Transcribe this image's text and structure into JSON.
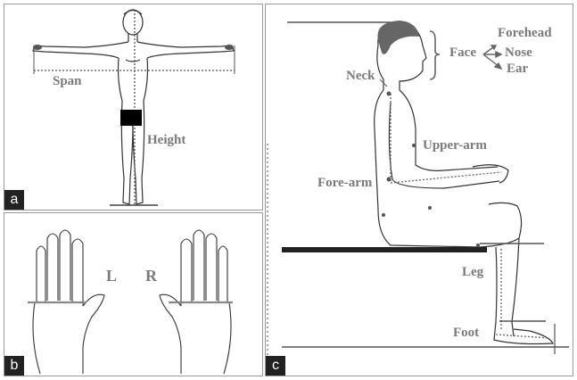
{
  "panels": {
    "a": {
      "tag": "a",
      "labels": {
        "span": "Span",
        "height": "Height"
      }
    },
    "b": {
      "tag": "b",
      "labels": {
        "left": "L",
        "right": "R"
      }
    },
    "c": {
      "tag": "c",
      "labels": {
        "forehead": "Forehead",
        "face": "Face",
        "nose": "Nose",
        "ear": "Ear",
        "neck": "Neck",
        "upper_arm": "Upper-arm",
        "fore_arm": "Fore-arm",
        "leg": "Leg",
        "foot": "Foot"
      }
    }
  },
  "colors": {
    "label_gray": "#7a7a7a",
    "line_gray": "#777777",
    "outline": "#333333",
    "tag_bg": "#222222"
  }
}
